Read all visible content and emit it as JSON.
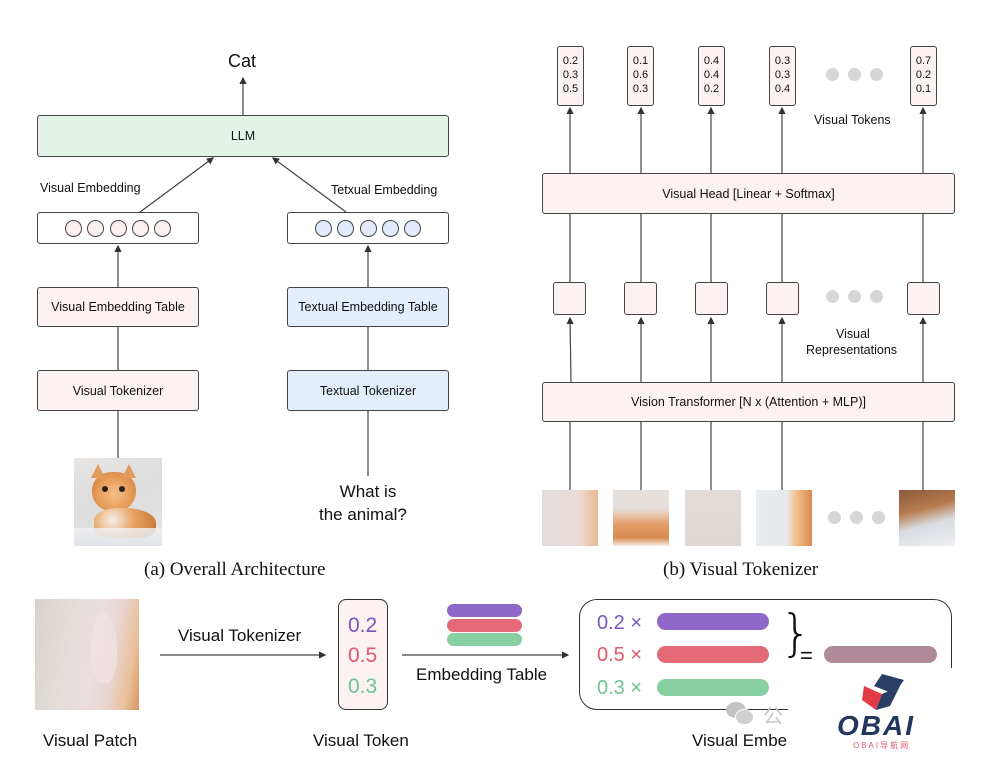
{
  "panel_a": {
    "output_label": "Cat",
    "llm_label": "LLM",
    "visual_embedding_label": "Visual Embedding",
    "textual_embedding_label": "Tetxual Embedding",
    "visual_embedding_table": "Visual Embedding Table",
    "textual_embedding_table": "Textual Embedding Table",
    "visual_tokenizer": "Visual Tokenizer",
    "textual_tokenizer": "Textual Tokenizer",
    "question_line1": "What is",
    "question_line2": "the animal?",
    "input_image": "cat-photo",
    "caption": "(a) Overall Architecture"
  },
  "panel_b": {
    "tokens": [
      {
        "values": [
          "0.2",
          "0.3",
          "0.5"
        ]
      },
      {
        "values": [
          "0.1",
          "0.6",
          "0.3"
        ]
      },
      {
        "values": [
          "0.4",
          "0.4",
          "0.2"
        ]
      },
      {
        "values": [
          "0.3",
          "0.3",
          "0.4"
        ]
      },
      {
        "values": [
          "0.7",
          "0.2",
          "0.1"
        ]
      }
    ],
    "visual_tokens_label": "Visual Tokens",
    "visual_head_label": "Visual Head [Linear + Softmax]",
    "visual_representations_line1": "Visual",
    "visual_representations_line2": "Representations",
    "vit_label": "Vision Transformer [N x (Attention + MLP)]",
    "patches": [
      "cat-ear-patch",
      "cat-head-patch",
      "background-patch",
      "cat-eye-patch",
      "cat-paw-patch"
    ],
    "caption": "(b) Visual Tokenizer"
  },
  "panel_c": {
    "visual_patch_label": "Visual Patch",
    "visual_tokenizer_arrow_label": "Visual Tokenizer",
    "token_values": [
      "0.2",
      "0.5",
      "0.3"
    ],
    "visual_token_label": "Visual Token",
    "embedding_table_label": "Embedding Table",
    "weighted_terms": [
      "0.2 ×",
      "0.5 ×",
      "0.3 ×"
    ],
    "equals": "=",
    "visual_embedding_label": "Visual Embe",
    "colors": {
      "purple": "#8f68c9",
      "red": "#e46a78",
      "green": "#88cfa2",
      "mixed": "#b08a98",
      "purple_text": "#7b55bd",
      "red_text": "#e05a6a",
      "green_text": "#6cc48f"
    }
  },
  "watermark": {
    "wechat_text": "公",
    "logo_text": "OBAI",
    "logo_subtext": "OBAI导航网"
  }
}
